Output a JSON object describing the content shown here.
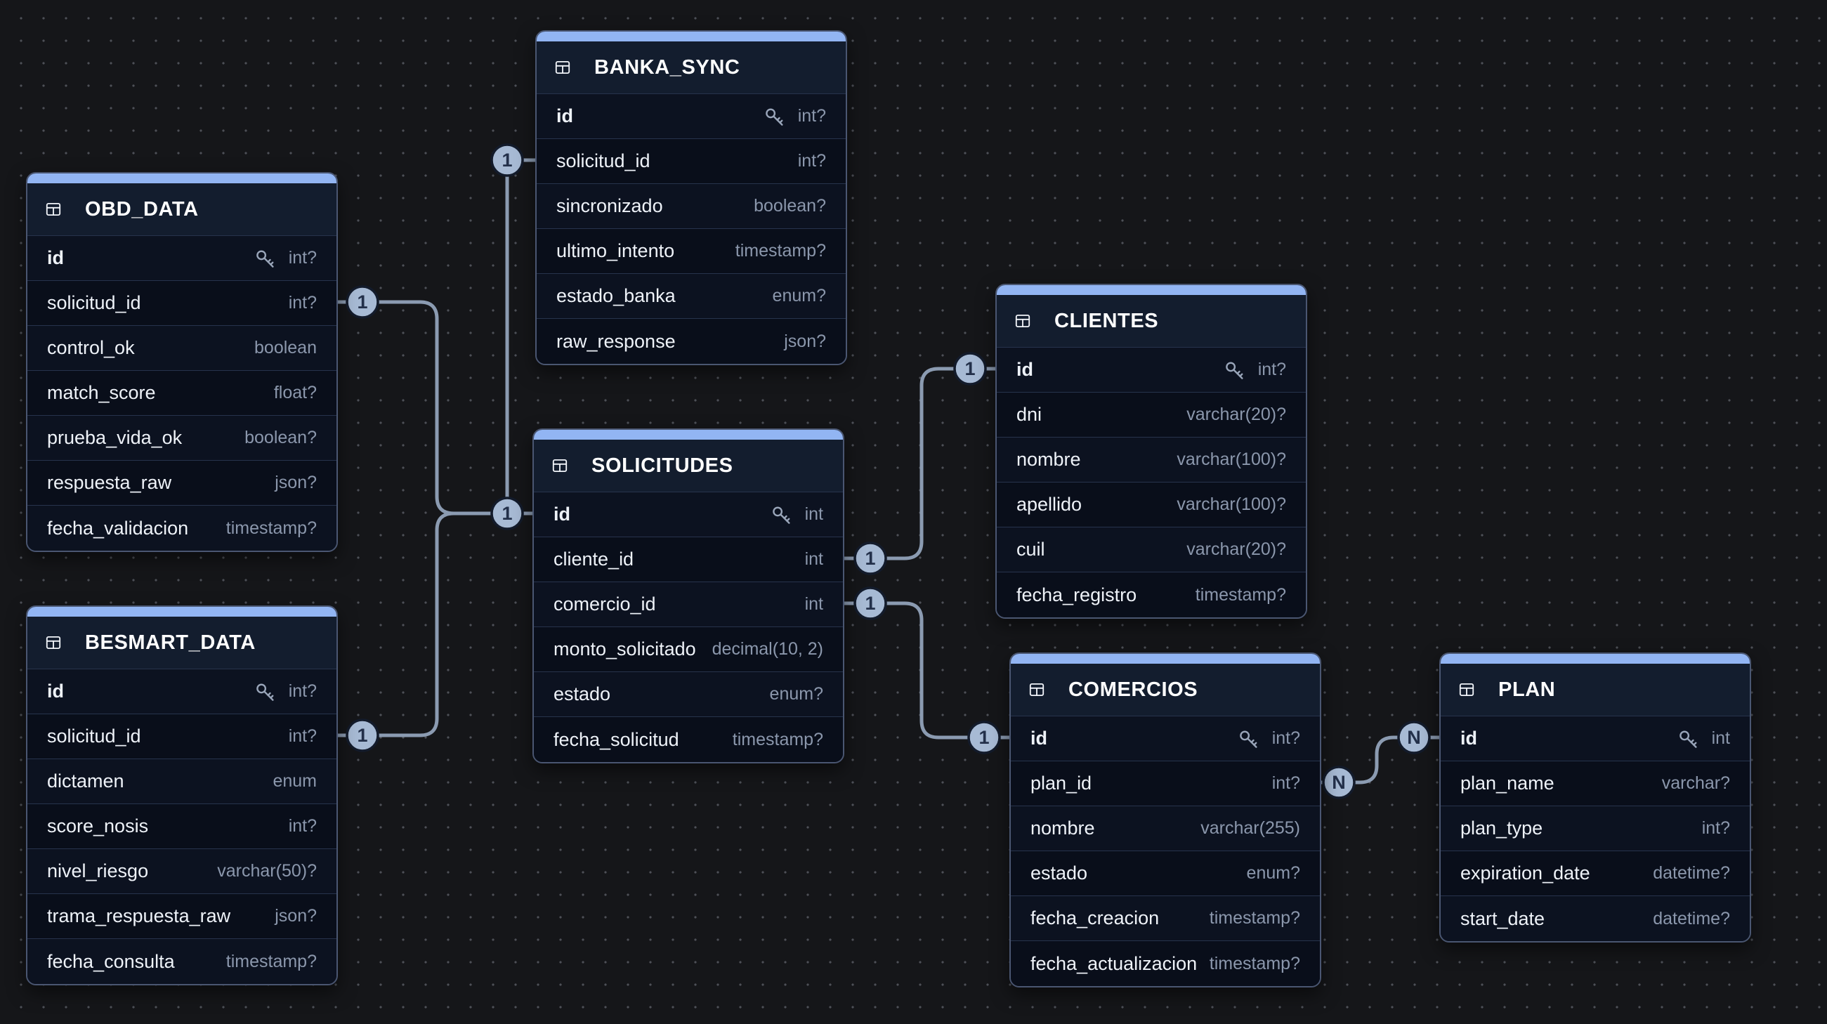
{
  "colors": {
    "canvas_bg": "#151619",
    "dot": "#4d5057",
    "accent": "#92b5f3",
    "header_bg": "#131d2e",
    "row_odd": "#0c1220",
    "row_even": "#090e1a",
    "table_border": "#4a5671",
    "separator": "#27334c",
    "field": "#eef2f8",
    "type": "#8b97ac",
    "title": "#ffffff",
    "wire": "#8b9bb1",
    "badge_fill": "#a7bad4",
    "badge_stroke": "#131b2b",
    "badge_text": "#23304a",
    "icon": "#9aa6ba"
  },
  "icons": {
    "table_header": "table-icon",
    "primary_key": "key-icon"
  },
  "tables": [
    {
      "name": "BANKA_SYNC",
      "fields": [
        {
          "name": "id",
          "type": "int?",
          "pk": true
        },
        {
          "name": "solicitud_id",
          "type": "int?"
        },
        {
          "name": "sincronizado",
          "type": "boolean?"
        },
        {
          "name": "ultimo_intento",
          "type": "timestamp?"
        },
        {
          "name": "estado_banka",
          "type": "enum?"
        },
        {
          "name": "raw_response",
          "type": "json?"
        }
      ]
    },
    {
      "name": "OBD_DATA",
      "fields": [
        {
          "name": "id",
          "type": "int?",
          "pk": true
        },
        {
          "name": "solicitud_id",
          "type": "int?"
        },
        {
          "name": "control_ok",
          "type": "boolean"
        },
        {
          "name": "match_score",
          "type": "float?"
        },
        {
          "name": "prueba_vida_ok",
          "type": "boolean?"
        },
        {
          "name": "respuesta_raw",
          "type": "json?"
        },
        {
          "name": "fecha_validacion",
          "type": "timestamp?"
        }
      ]
    },
    {
      "name": "SOLICITUDES",
      "fields": [
        {
          "name": "id",
          "type": "int",
          "pk": true
        },
        {
          "name": "cliente_id",
          "type": "int"
        },
        {
          "name": "comercio_id",
          "type": "int"
        },
        {
          "name": "monto_solicitado",
          "type": "decimal(10, 2)"
        },
        {
          "name": "estado",
          "type": "enum?"
        },
        {
          "name": "fecha_solicitud",
          "type": "timestamp?"
        }
      ]
    },
    {
      "name": "CLIENTES",
      "fields": [
        {
          "name": "id",
          "type": "int?",
          "pk": true
        },
        {
          "name": "dni",
          "type": "varchar(20)?"
        },
        {
          "name": "nombre",
          "type": "varchar(100)?"
        },
        {
          "name": "apellido",
          "type": "varchar(100)?"
        },
        {
          "name": "cuil",
          "type": "varchar(20)?"
        },
        {
          "name": "fecha_registro",
          "type": "timestamp?"
        }
      ]
    },
    {
      "name": "BESMART_DATA",
      "fields": [
        {
          "name": "id",
          "type": "int?",
          "pk": true
        },
        {
          "name": "solicitud_id",
          "type": "int?"
        },
        {
          "name": "dictamen",
          "type": "enum"
        },
        {
          "name": "score_nosis",
          "type": "int?"
        },
        {
          "name": "nivel_riesgo",
          "type": "varchar(50)?"
        },
        {
          "name": "trama_respuesta_raw",
          "type": "json?"
        },
        {
          "name": "fecha_consulta",
          "type": "timestamp?"
        }
      ]
    },
    {
      "name": "COMERCIOS",
      "fields": [
        {
          "name": "id",
          "type": "int?",
          "pk": true
        },
        {
          "name": "plan_id",
          "type": "int?"
        },
        {
          "name": "nombre",
          "type": "varchar(255)"
        },
        {
          "name": "estado",
          "type": "enum?"
        },
        {
          "name": "fecha_creacion",
          "type": "timestamp?"
        },
        {
          "name": "fecha_actualizacion",
          "type": "timestamp?"
        }
      ]
    },
    {
      "name": "PLAN",
      "fields": [
        {
          "name": "id",
          "type": "int",
          "pk": true
        },
        {
          "name": "plan_name",
          "type": "varchar?"
        },
        {
          "name": "plan_type",
          "type": "int?"
        },
        {
          "name": "expiration_date",
          "type": "datetime?"
        },
        {
          "name": "start_date",
          "type": "datetime?"
        }
      ]
    }
  ],
  "badges": [
    {
      "id": "obd-data-solicitud-id",
      "label": "1"
    },
    {
      "id": "banka-sync-solicitud-id",
      "label": "1"
    },
    {
      "id": "solicitudes-id",
      "label": "1"
    },
    {
      "id": "besmart-data-solicitud-id",
      "label": "1"
    },
    {
      "id": "solicitudes-cliente-id",
      "label": "1"
    },
    {
      "id": "clientes-id",
      "label": "1"
    },
    {
      "id": "solicitudes-comercio-id",
      "label": "1"
    },
    {
      "id": "comercios-id",
      "label": "1"
    },
    {
      "id": "comercios-plan-id",
      "label": "N"
    },
    {
      "id": "plan-id",
      "label": "N"
    }
  ],
  "relationships": [
    {
      "from": "OBD_DATA.solicitud_id",
      "from_cardinality": "1",
      "to": "SOLICITUDES.id",
      "to_cardinality": "1"
    },
    {
      "from": "BESMART_DATA.solicitud_id",
      "from_cardinality": "1",
      "to": "SOLICITUDES.id",
      "to_cardinality": "1"
    },
    {
      "from": "BANKA_SYNC.solicitud_id",
      "from_cardinality": "1",
      "to": "SOLICITUDES.id",
      "to_cardinality": "1"
    },
    {
      "from": "SOLICITUDES.cliente_id",
      "from_cardinality": "1",
      "to": "CLIENTES.id",
      "to_cardinality": "1"
    },
    {
      "from": "SOLICITUDES.comercio_id",
      "from_cardinality": "1",
      "to": "COMERCIOS.id",
      "to_cardinality": "1"
    },
    {
      "from": "COMERCIOS.plan_id",
      "from_cardinality": "N",
      "to": "PLAN.id",
      "to_cardinality": "N"
    }
  ]
}
